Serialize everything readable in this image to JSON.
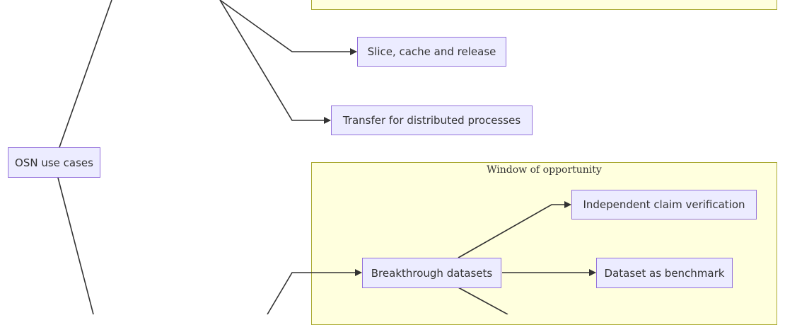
{
  "diagram": {
    "clusters": {
      "top": {
        "title": ""
      },
      "window": {
        "title": "Window of opportunity"
      }
    },
    "nodes": {
      "osn": "OSN use cases",
      "slice": "Slice, cache and release",
      "transfer": "Transfer for distributed processes",
      "independent": "Independent claim verification",
      "breakthrough": "Breakthrough datasets",
      "benchmark": "Dataset as benchmark"
    }
  }
}
